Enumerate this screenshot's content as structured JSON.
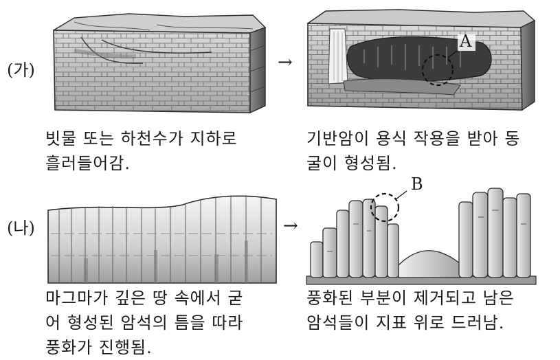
{
  "panels": {
    "a": {
      "label": "(가)",
      "arrow": "→",
      "left_caption": [
        "빗물 또는 하천수가 지하로",
        "흘러들어감."
      ],
      "right_caption": [
        "기반암이 용식 작용을 받아 동",
        "굴이 형성됨."
      ],
      "marker": "A"
    },
    "b": {
      "label": "(나)",
      "arrow": "→",
      "left_caption": [
        "마그마가 깊은 땅 속에서 굳",
        "어 형성된 암석의 틈을 따라",
        "풍화가 진행됨."
      ],
      "right_caption": [
        "풍화된 부분이 제거되고 남은",
        "암석들이 지표 위로 드러남."
      ],
      "marker": "B"
    }
  },
  "colors": {
    "line": "#2a2a2a",
    "rock_light": "#ececec",
    "rock_mid": "#bdbdbd",
    "rock_dark": "#6e6e6e",
    "shadow": "#4a4a4a"
  }
}
